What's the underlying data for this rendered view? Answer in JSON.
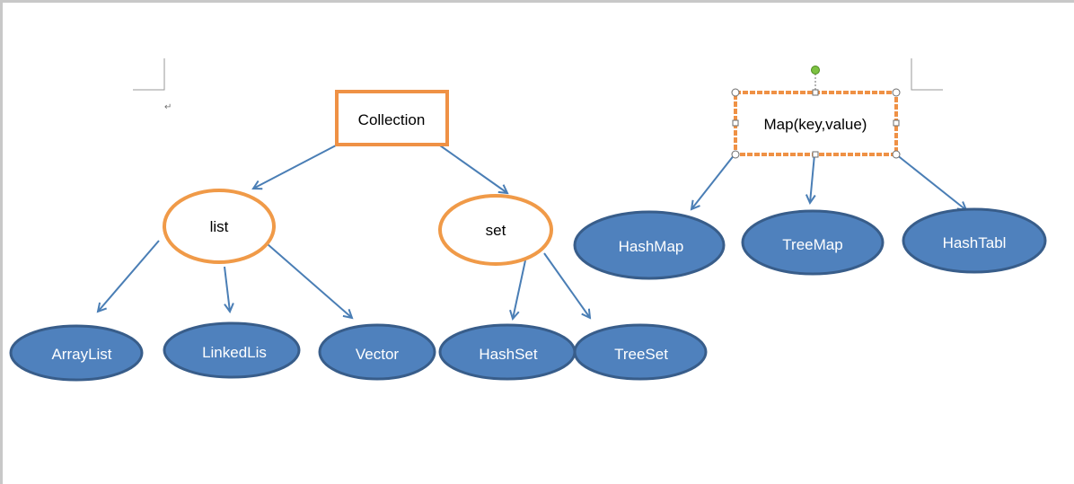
{
  "diagram": {
    "collection": {
      "label": "Collection"
    },
    "list": {
      "label": "list"
    },
    "set": {
      "label": "set"
    },
    "map": {
      "label": "Map(key,value)"
    },
    "leaves": {
      "arraylist": "ArrayList",
      "linkedlist": "LinkedLis",
      "vector": "Vector",
      "hashset": "HashSet",
      "treeset": "TreeSet",
      "hashmap": "HashMap",
      "treemap": "TreeMap",
      "hashtable": "HashTabl"
    },
    "paragraph_mark": "↵",
    "colors": {
      "leaf_fill": "#4f81bd",
      "leaf_stroke": "#385d8a",
      "accent_orange": "#f09a48",
      "connector": "#4a7eb5",
      "rotate_handle": "#7dc242"
    }
  }
}
